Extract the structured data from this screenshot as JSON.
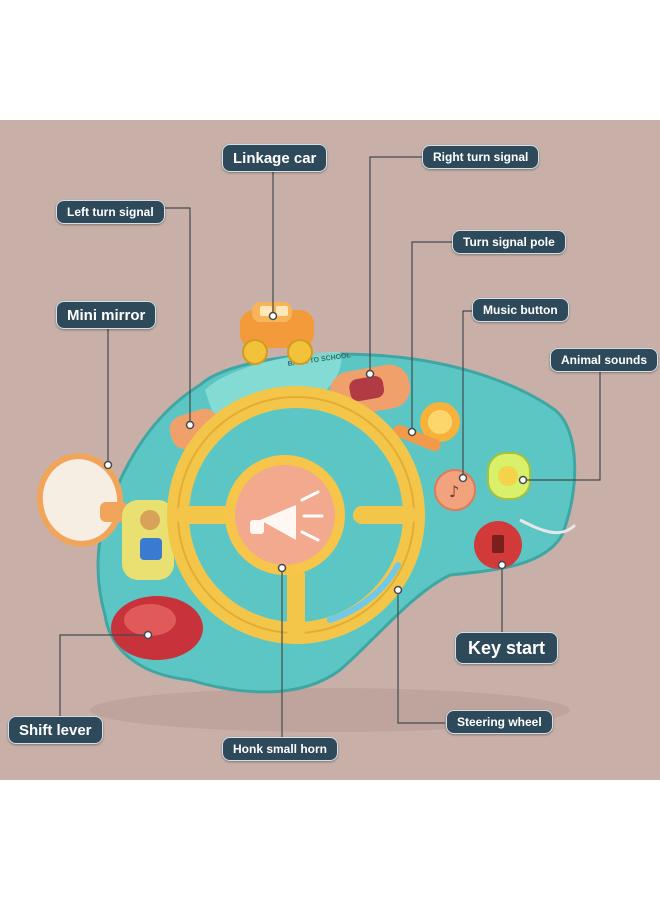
{
  "labels": {
    "linkage_car": "Linkage car",
    "right_turn_signal": "Right turn signal",
    "left_turn_signal": "Left turn signal",
    "turn_signal_pole": "Turn signal pole",
    "mini_mirror": "Mini mirror",
    "music_button": "Music button",
    "animal_sounds": "Animal sounds",
    "key_start": "Key start",
    "shift_lever": "Shift lever",
    "steering_wheel": "Steering wheel",
    "honk_small_horn": "Honk small horn"
  },
  "toy_text": {
    "back_to_school": "BACK TO SCHOOL"
  },
  "colors": {
    "background": "#c8b0a8",
    "label_fill": "#2e4a5a",
    "toy_body": "#5cc6c4",
    "wheel": "#f3c64a",
    "horn_button": "#f2a98e",
    "shift_lever": "#d23a3a"
  }
}
